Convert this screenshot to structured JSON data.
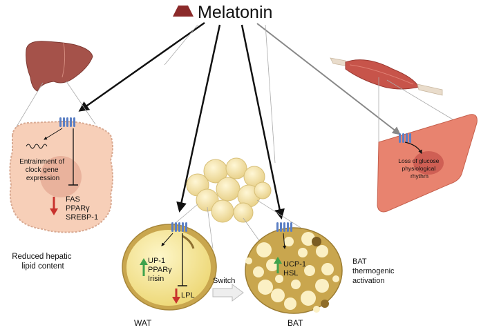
{
  "title": "Melatonin",
  "liver": {
    "clock_label": [
      "Entrainment of",
      "clock gene",
      "expression"
    ],
    "genes": [
      "FAS",
      "PPARγ",
      "SREBP-1"
    ],
    "outcome": [
      "Reduced hepatic",
      "lipid content"
    ]
  },
  "wat": {
    "up_genes": [
      "UP-1",
      "PPARγ",
      "Irisin"
    ],
    "down_gene": "LPL",
    "label": "WAT"
  },
  "switch_label": "Switch",
  "bat": {
    "up_genes": [
      "UCP-1",
      "HSL"
    ],
    "label": "BAT",
    "outcome": [
      "BAT",
      "thermogenic",
      "activation"
    ]
  },
  "muscle": {
    "outcome": [
      "Loss of glucose",
      "physiological",
      "rhythm"
    ]
  },
  "colors": {
    "up_arrow": "#3fa34d",
    "down_arrow": "#c8322d",
    "receptor": "#5b7fc4",
    "hepatocyte": "#f7cfb8",
    "muscle": "#e8836f",
    "wat": "#f6e7a0",
    "bat": "#c9a64e",
    "melatonin_icon": "#8b2a2a"
  },
  "icons": [
    "melatonin-icon",
    "liver-icon",
    "muscle-icon",
    "adipocyte-cluster-icon",
    "receptor-icon"
  ]
}
